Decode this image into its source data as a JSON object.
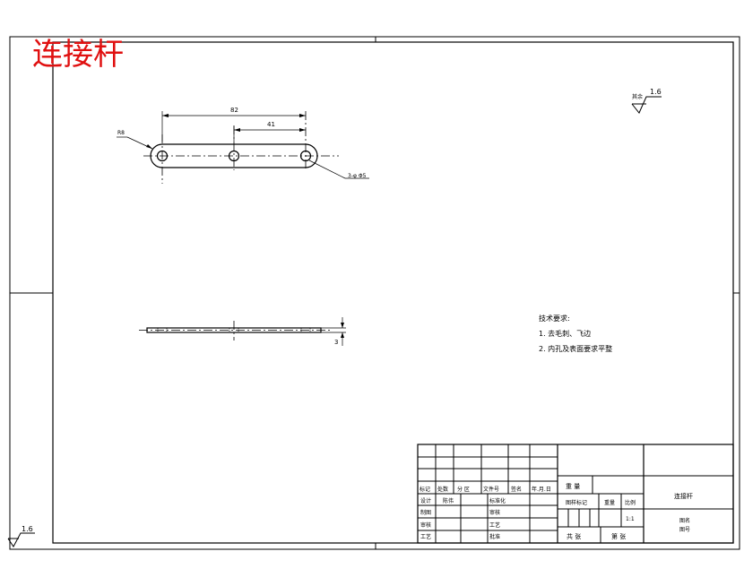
{
  "sheet": {
    "title": "连接杆",
    "line_color": "#000000",
    "title_color": "#e01010"
  },
  "surface_finish": {
    "label": "其余",
    "value": "1.6",
    "corner_value": "1.6"
  },
  "dimensions": {
    "overall": "82",
    "half": "41",
    "radius": "R8",
    "holes": "3-φ Φ5",
    "thickness": "3"
  },
  "notes": {
    "heading": "技术要求:",
    "items": [
      "1. 去毛刺、飞边",
      "2. 内孔及表面要求平整"
    ]
  },
  "title_block": {
    "rev_headers": [
      "标记",
      "处数",
      "分 区",
      "文件号",
      "签名",
      "年.月.日"
    ],
    "rows": [
      {
        "role": "设计",
        "name": "陈伟",
        "extra": "标准化"
      },
      {
        "role": "制图",
        "name": "",
        "extra": "审核"
      },
      {
        "role": "审核",
        "name": "",
        "extra": "工艺"
      },
      {
        "role": "工艺",
        "name": "",
        "extra": "批准"
      }
    ],
    "material_label": "重 量",
    "stage_label": "图样标记",
    "weight_label": "重量",
    "scale_label": "比例",
    "scale_value": "1:1",
    "sheet_count": "共 张",
    "sheet_no": "第 张",
    "part_name": "连接杆",
    "drawing_name_label": "图名",
    "drawing_no_label": "图号"
  }
}
